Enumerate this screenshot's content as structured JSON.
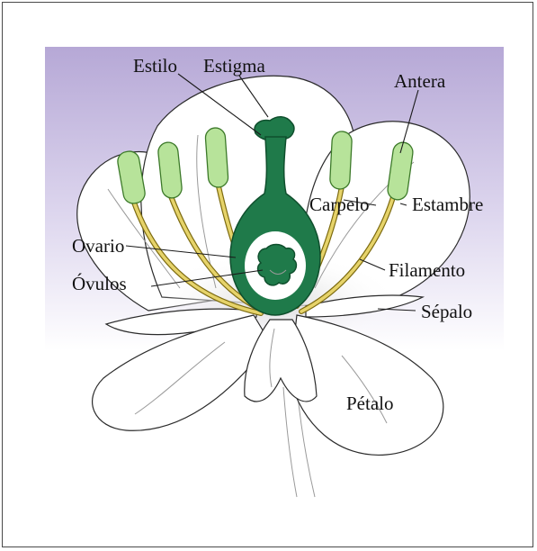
{
  "colors": {
    "background_gradient_top": "#b6a8d6",
    "background_gradient_bottom": "#ffffff",
    "carpel": "#1f7a4a",
    "filament": "#e6d36a",
    "anther": "#b7e39a"
  },
  "labels": {
    "estilo": "Estilo",
    "estigma": "Estigma",
    "antera": "Antera",
    "carpelo": "Carpelo",
    "estambre": "Estambre",
    "ovario": "Ovario",
    "ovulos": "Óvulos",
    "filamento": "Filamento",
    "sepalo": "Sépalo",
    "petalo": "Pétalo"
  }
}
